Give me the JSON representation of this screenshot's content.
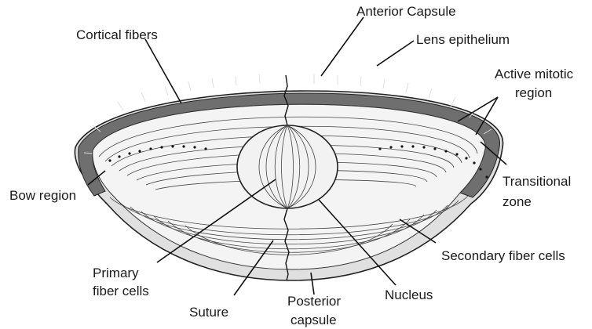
{
  "labels": {
    "anterior_capsule": "Anterior Capsule",
    "cortical_fibers": "Cortical fibers",
    "lens_epithelium": "Lens epithelium",
    "active_mitotic_line1": "Active mitotic",
    "active_mitotic_line2": "region",
    "bow_region": "Bow region",
    "transitional_line1": "Transitional",
    "transitional_line2": "zone",
    "secondary_fiber_cells": "Secondary fiber cells",
    "primary_line1": "Primary",
    "primary_line2": "fiber cells",
    "suture": "Suture",
    "posterior_line1": "Posterior",
    "posterior_line2": "capsule",
    "nucleus": "Nucleus"
  },
  "colors": {
    "epithelium_shade": "#6f6f6f",
    "lens_fill": "#f4f4f4",
    "nucleus_fill": "#f2f2f2",
    "line": "#222222"
  }
}
